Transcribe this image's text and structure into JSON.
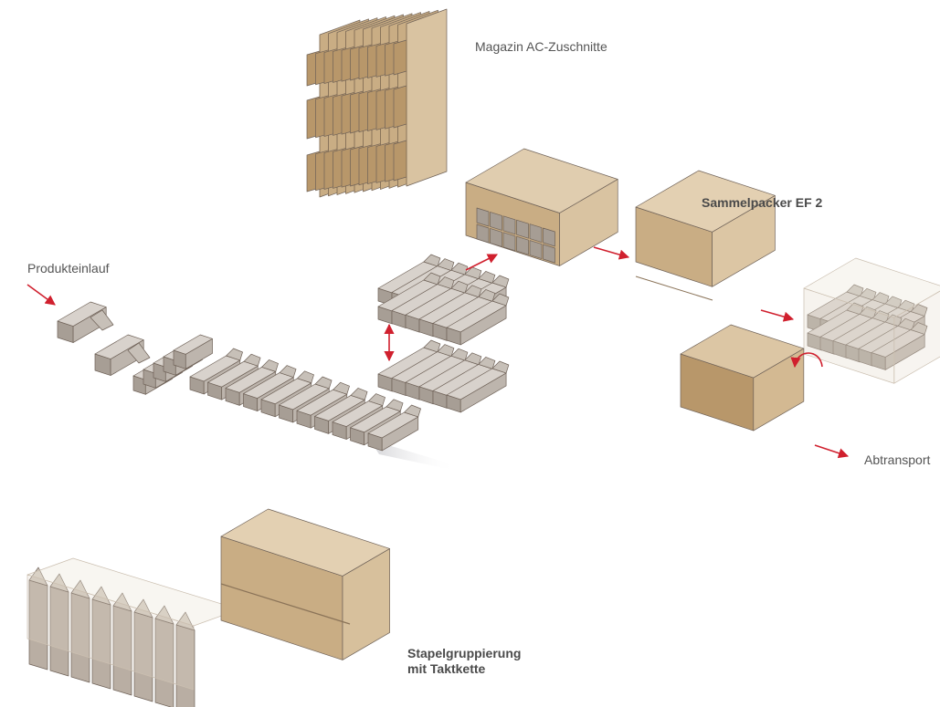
{
  "labels": {
    "magazin": "Magazin AC-Zuschnitte",
    "sammelpacker": "Sammelpacker EF 2",
    "produkteinlauf": "Produkteinlauf",
    "abtransport": "Abtransport",
    "stapel_line1": "Stapelgruppierung",
    "stapel_line2": "mit Taktkette"
  },
  "colors": {
    "arrow": "#d0202e",
    "cardboard_light": "#d9c3a1",
    "cardboard_mid": "#c9ad84",
    "cardboard_dark": "#b8976a",
    "product_top": "#d8d2cc",
    "product_side": "#bdb5ad",
    "product_front": "#a79e95"
  }
}
